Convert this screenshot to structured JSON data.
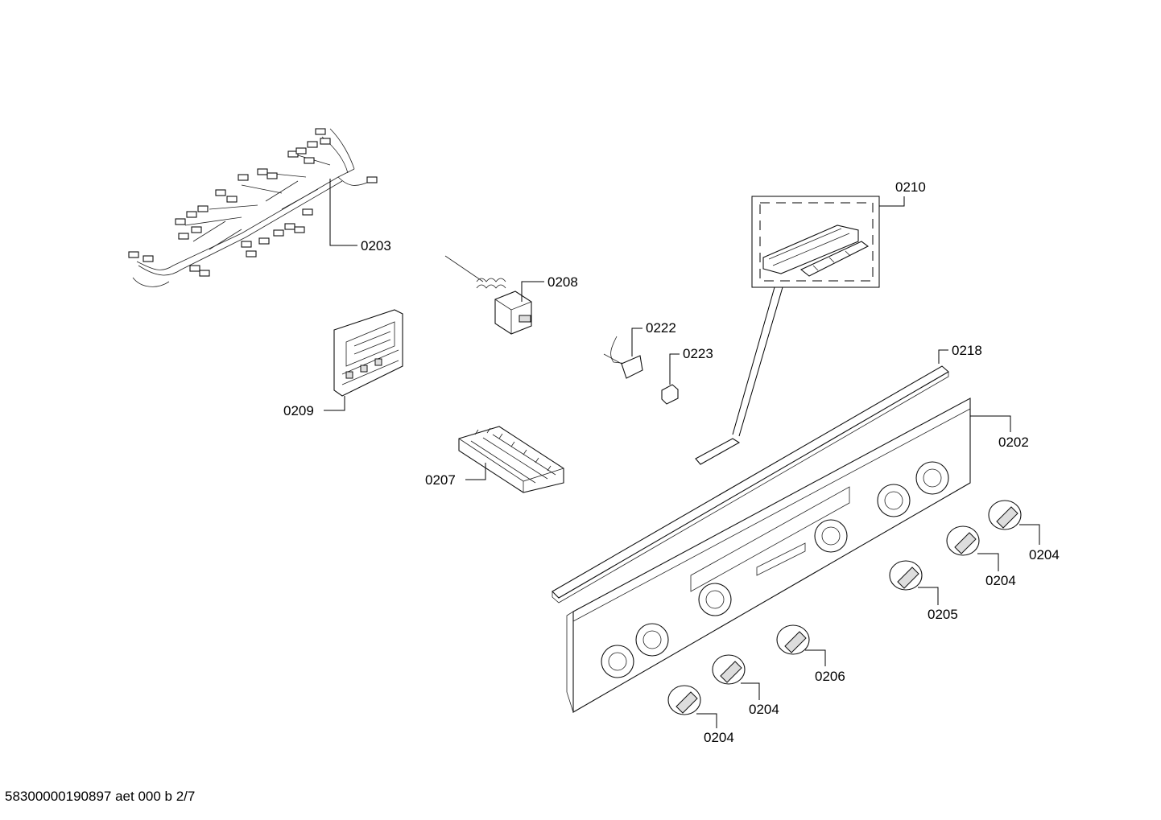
{
  "labels": {
    "p0203": "0203",
    "p0208": "0208",
    "p0210": "0210",
    "p0209": "0209",
    "p0222": "0222",
    "p0223": "0223",
    "p0218": "0218",
    "p0202": "0202",
    "p0207": "0207",
    "p0204_a": "0204",
    "p0204_b": "0204",
    "p0205": "0205",
    "p0206": "0206",
    "p0204_c": "0204",
    "p0204_d": "0204"
  },
  "footer": {
    "document_id": "58300000190897 aet 000 b 2/7"
  }
}
